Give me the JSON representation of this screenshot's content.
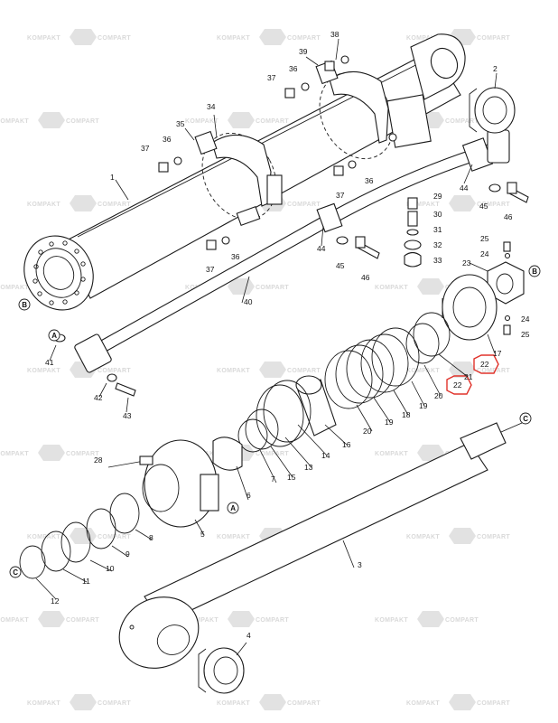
{
  "watermark": {
    "text_left": "KOMPAKT",
    "text_right": "COMPART"
  },
  "colors": {
    "line": "#1a1a1a",
    "watermark": "#d9d9d9",
    "highlight": "#e0332b"
  },
  "markers": [
    "A",
    "B",
    "C"
  ],
  "labels": {
    "p1": "1",
    "p2": "2",
    "p3": "3",
    "p4": "4",
    "p5": "5",
    "p6": "6",
    "p7": "7",
    "p8": "8",
    "p9": "9",
    "p10": "10",
    "p11": "11",
    "p12": "12",
    "p13": "13",
    "p14": "14",
    "p15": "15",
    "p16": "16",
    "p17": "17",
    "p18": "18",
    "p19a": "19",
    "p19b": "19",
    "p20a": "20",
    "p20b": "20",
    "p21": "21",
    "p22a": "22",
    "p22b": "22",
    "p23": "23",
    "p24a": "24",
    "p24b": "24",
    "p25a": "25",
    "p25b": "25",
    "p28": "28",
    "p29": "29",
    "p30": "30",
    "p31": "31",
    "p32": "32",
    "p33": "33",
    "p34": "34",
    "p35": "35",
    "p36a": "36",
    "p36b": "36",
    "p36c": "36",
    "p36d": "36",
    "p37a": "37",
    "p37b": "37",
    "p37c": "37",
    "p37d": "37",
    "p38": "38",
    "p39": "39",
    "p40": "40",
    "p41": "41",
    "p42": "42",
    "p43": "43",
    "p44a": "44",
    "p44b": "44",
    "p45a": "45",
    "p45b": "45",
    "p46a": "46",
    "p46b": "46"
  }
}
